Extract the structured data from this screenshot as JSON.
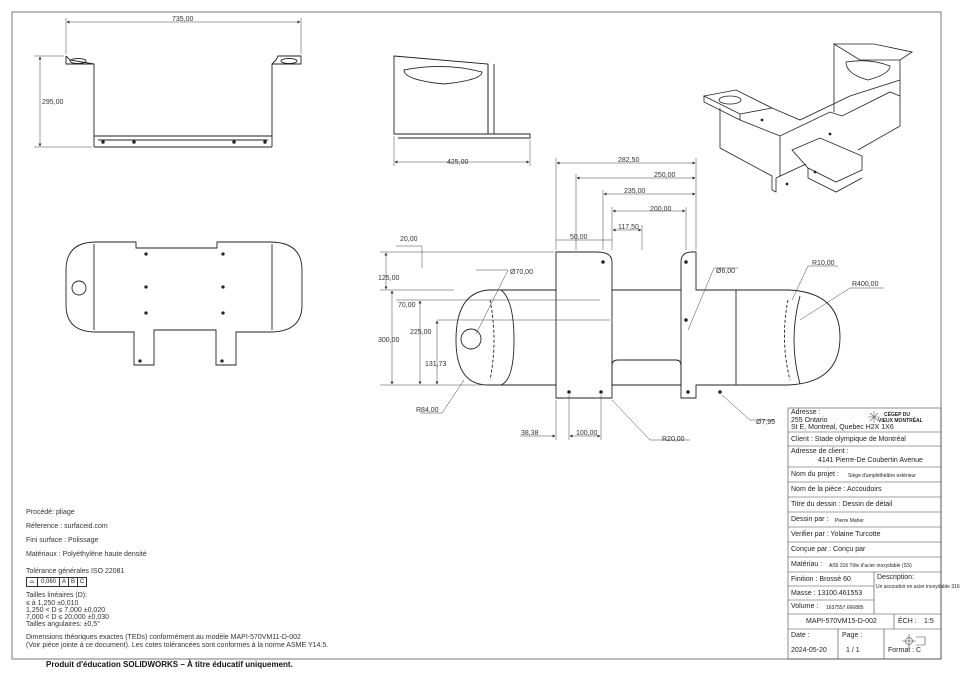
{
  "dims": {
    "d735": "735,00",
    "d295": "295,00",
    "d425": "425,00",
    "d282": "282,50",
    "d250": "250,00",
    "d235": "235,00",
    "d200": "200,00",
    "d117": "117,50",
    "d50": "50,00",
    "d20": "20,00",
    "d125": "125,00",
    "dphi70": "Ø70,00",
    "d70": "70,00",
    "d225": "225,00",
    "d300": "300,00",
    "d131": "131,73",
    "dR84": "R84,00",
    "d38": "38,38",
    "d100": "100,00",
    "dR20": "R20,00",
    "dphi6": "Ø6,00",
    "dR10": "R10,00",
    "dR400": "R400,00",
    "dphi795": "Ø7,95"
  },
  "notes": {
    "procede": "Procédé: pliage",
    "reference": "Réference : surfaceid.com",
    "fini": "Fini surface : Polissage",
    "materiaux": "Matériaux : Polyéthylène haute densité",
    "tolerance_title": "Tolérance générales ISO 22081",
    "tol_value": "0,060",
    "tol_a": "A",
    "tol_b": "B",
    "tol_c": "C",
    "tailles_lin": "Tailles linéaires (D):",
    "t1": "≤ à 1,250 ±0,010",
    "t2": "1,250 < D ≤ 7,000 ±0,020",
    "t3": "7,000 < D ≤ 20,000 ±0,030",
    "tailles_ang": "Tailles angulaires: ±0,5°",
    "ted1": "Dimensions théoriques exactes (TEDs) conformément au modèle MAPI-570VM11-D-002",
    "ted2": "(Voir pièce jointe à ce document). Les cotes tolérancées sont conformes à la norme ASME Y14.5."
  },
  "titleblock": {
    "adresse_label": "Adresse :",
    "adresse_1": "255 Ontario",
    "adresse_2": "St E, Montreal, Quebec H2X 1X6",
    "logo_1": "CÉGEP DU",
    "logo_2": "VIEUX MONTRÉAL",
    "client": "Client : Stade olympique de Montréal",
    "adresse_client_label": "Adresse de client :",
    "adresse_client": "4141 Pierre-De Coubertin Avenue",
    "projet_label": "Nom du projet :",
    "projet": "Siège d'amphithéâtre extérieur",
    "piece": "Nom de la pièce : Accoudoirs",
    "titre": "Titre du dessin :  Dessin de détail",
    "dessin_par": "Dessin par :",
    "dessin_nom": "Pierre Maher",
    "verifier": "Verifier par : Yolaine Turcotte",
    "concue": "Conçue par : Conçu par",
    "materiau_label": "Matériau :",
    "materiau": "AISI 316 Tôle d'acier inoxydable (SS)",
    "finition": "Finition : Brossé 60",
    "description_label": "Description:",
    "description": "Un accoudoir en acier inoxydable 316",
    "masse": "Masse : 13100.461553",
    "volume_label": "Volume :",
    "volume": "1637557.666885",
    "numero": "MAPI-570VM15-D-002",
    "echelle_label": "ÉCH :",
    "echelle": "1:5",
    "date_label": "Date :",
    "date": "2024-05-20",
    "page_label": "Page :",
    "page": "1 / 1",
    "format": "Format : C"
  },
  "footer": "Produit d'éducation SOLIDWORKS – À titre éducatif uniquement."
}
